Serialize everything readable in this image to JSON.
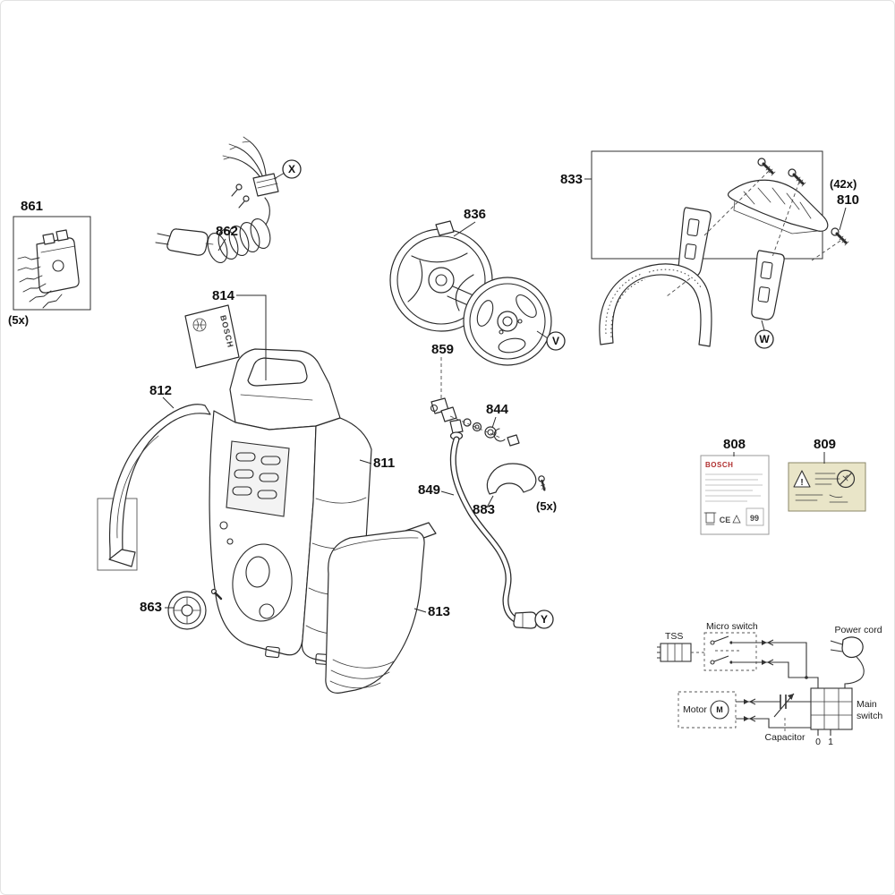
{
  "callouts": {
    "p861": "861",
    "p861_qty": "(5x)",
    "p862": "862",
    "p814": "814",
    "p836": "836",
    "p833": "833",
    "p810_qty": "(42x)",
    "p810": "810",
    "p859": "859",
    "p844": "844",
    "p849": "849",
    "p883": "883",
    "p883_qty": "(5x)",
    "p812": "812",
    "p811": "811",
    "p863": "863",
    "p813": "813",
    "p808": "808",
    "p809": "809"
  },
  "view_refs": {
    "x": "X",
    "v": "V",
    "w": "W",
    "y": "Y"
  },
  "stickers": {
    "bosch_814": "BOSCH",
    "bosch_808": "BOSCH",
    "ce_808": "CE",
    "code_808": "99",
    "warn_809": "!"
  },
  "schematic": {
    "tss": "TSS",
    "micro_switch": "Micro switch",
    "power_cord": "Power cord",
    "motor": "Motor",
    "motor_symbol": "M",
    "capacitor": "Capacitor",
    "main_switch_1": "Main",
    "main_switch_2": "switch",
    "pos_off": "0",
    "pos_on": "1"
  }
}
